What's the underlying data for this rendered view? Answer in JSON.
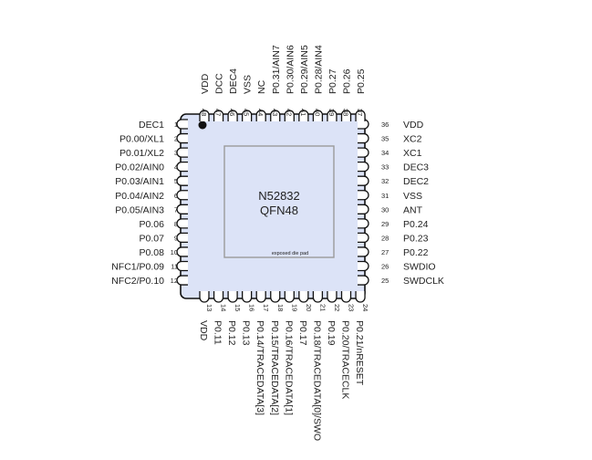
{
  "colors": {
    "body_fill": "#dce3f7",
    "body_stroke": "#111111",
    "pad_fill": "#dce3f7",
    "pad_stroke": "#9a9a9a",
    "pin_fill": "#ffffff",
    "pin_stroke": "#111111",
    "text": "#222222"
  },
  "chip": {
    "name": "N52832",
    "package": "QFN48",
    "pad_label": "exposed die pad"
  },
  "pins": {
    "left": [
      {
        "num": "1",
        "label": "DEC1"
      },
      {
        "num": "2",
        "label": "P0.00/XL1"
      },
      {
        "num": "3",
        "label": "P0.01/XL2"
      },
      {
        "num": "4",
        "label": "P0.02/AIN0"
      },
      {
        "num": "5",
        "label": "P0.03/AIN1"
      },
      {
        "num": "6",
        "label": "P0.04/AIN2"
      },
      {
        "num": "7",
        "label": "P0.05/AIN3"
      },
      {
        "num": "8",
        "label": "P0.06"
      },
      {
        "num": "9",
        "label": "P0.07"
      },
      {
        "num": "10",
        "label": "P0.08"
      },
      {
        "num": "11",
        "label": "NFC1/P0.09"
      },
      {
        "num": "12",
        "label": "NFC2/P0.10"
      }
    ],
    "bottom": [
      {
        "num": "13",
        "label": "VDD"
      },
      {
        "num": "14",
        "label": "P0.11"
      },
      {
        "num": "15",
        "label": "P0.12"
      },
      {
        "num": "16",
        "label": "P0.13"
      },
      {
        "num": "17",
        "label": "P0.14/TRACEDATA[3]"
      },
      {
        "num": "18",
        "label": "P0.15/TRACEDATA[2]"
      },
      {
        "num": "19",
        "label": "P0.16/TRACEDATA[1]"
      },
      {
        "num": "20",
        "label": "P0.17"
      },
      {
        "num": "21",
        "label": "P0.18/TRACEDATA[0]/SWO"
      },
      {
        "num": "22",
        "label": "P0.19"
      },
      {
        "num": "23",
        "label": "P0.20/TRACECLK"
      },
      {
        "num": "24",
        "label": "P0.21/nRESET"
      }
    ],
    "right": [
      {
        "num": "25",
        "label": "SWDCLK"
      },
      {
        "num": "26",
        "label": "SWDIO"
      },
      {
        "num": "27",
        "label": "P0.22"
      },
      {
        "num": "28",
        "label": "P0.23"
      },
      {
        "num": "29",
        "label": "P0.24"
      },
      {
        "num": "30",
        "label": "ANT"
      },
      {
        "num": "31",
        "label": "VSS"
      },
      {
        "num": "32",
        "label": "DEC2"
      },
      {
        "num": "33",
        "label": "DEC3"
      },
      {
        "num": "34",
        "label": "XC1"
      },
      {
        "num": "35",
        "label": "XC2"
      },
      {
        "num": "36",
        "label": "VDD"
      }
    ],
    "top": [
      {
        "num": "37",
        "label": "P0.25"
      },
      {
        "num": "38",
        "label": "P0.26"
      },
      {
        "num": "39",
        "label": "P0.27"
      },
      {
        "num": "40",
        "label": "P0.28/AIN4"
      },
      {
        "num": "41",
        "label": "P0.29/AIN5"
      },
      {
        "num": "42",
        "label": "P0.30/AIN6"
      },
      {
        "num": "43",
        "label": "P0.31/AIN7"
      },
      {
        "num": "44",
        "label": "NC"
      },
      {
        "num": "45",
        "label": "VSS"
      },
      {
        "num": "46",
        "label": "DEC4"
      },
      {
        "num": "47",
        "label": "DCC"
      },
      {
        "num": "48",
        "label": "VDD"
      }
    ]
  }
}
